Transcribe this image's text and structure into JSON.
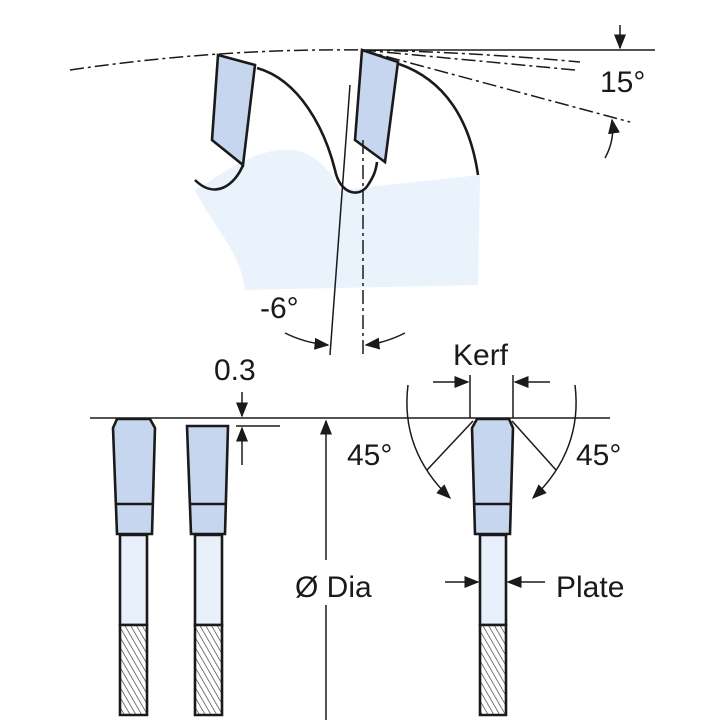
{
  "labels": {
    "hook_angle": "15°",
    "rake_angle": "-6°",
    "tip_height_difference": "0.3",
    "kerf": "Kerf",
    "bevel_left": "45°",
    "bevel_right": "45°",
    "diameter": "Ø Dia",
    "plate": "Plate"
  },
  "colors": {
    "tip_fill": "#c6d6ee",
    "plate_fill": "#e8f0fb",
    "body_fill": "#eaf2fb"
  }
}
